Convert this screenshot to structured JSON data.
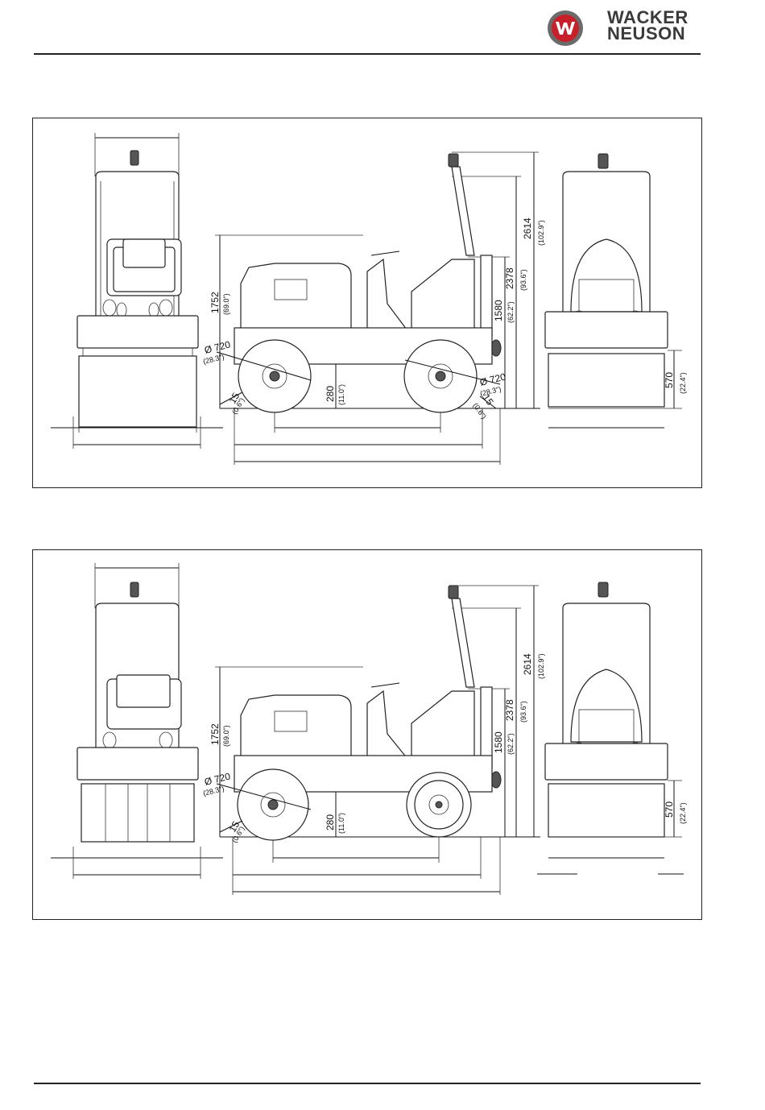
{
  "brand": {
    "line1": "WACKER",
    "line2": "NEUSON",
    "red": "#c8202a",
    "grey": "#6b6b6b"
  },
  "drawings": [
    {
      "variant": "drum-drum",
      "side_dims": {
        "height_total": "2614",
        "height_total_in": "(102.9\")",
        "height_rops": "2378",
        "height_rops_in": "(93.6\")",
        "height_seat": "1580",
        "height_seat_in": "(62.2\")",
        "height_cab": "1752",
        "height_cab_in": "(69.0\")",
        "drum_front": "Ø 720",
        "drum_front_in": "(28.3\")",
        "drum_rear": "Ø 720",
        "drum_rear_in": "(28.3\")",
        "clearance": "280",
        "clearance_in": "(11.0\")",
        "offset_front": "15",
        "offset_front_in": "(0.6\")",
        "offset_rear": "15",
        "offset_rear_in": "(0.6\")"
      },
      "rear_dims": {
        "height": "570",
        "height_in": "(22.4\")"
      }
    },
    {
      "variant": "drum-wheel",
      "side_dims": {
        "height_total": "2614",
        "height_total_in": "(102.9\")",
        "height_rops": "2378",
        "height_rops_in": "(93.6\")",
        "height_seat": "1580",
        "height_seat_in": "(62.2\")",
        "height_cab": "1752",
        "height_cab_in": "(69.0\")",
        "drum_front": "Ø 720",
        "drum_front_in": "(28.3\")",
        "clearance": "280",
        "clearance_in": "(11.0\")",
        "offset_front": "15",
        "offset_front_in": "(0.6\")"
      },
      "rear_dims": {
        "height": "570",
        "height_in": "(22.4\")"
      }
    }
  ]
}
